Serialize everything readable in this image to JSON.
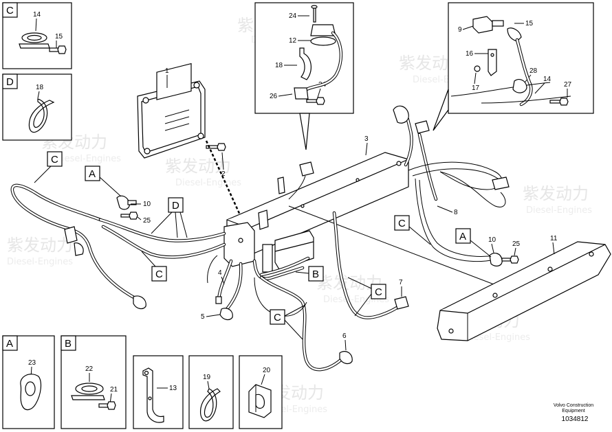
{
  "watermark": {
    "cn": "紫发动力",
    "en": "Diesel-Engines"
  },
  "footer": {
    "line1": "Volvo Construction",
    "line2": "Equipment",
    "drawing_id": "1034812"
  },
  "detail_boxes": {
    "C": {
      "letter": "C",
      "parts": [
        "14",
        "15"
      ]
    },
    "D": {
      "letter": "D",
      "parts": [
        "18"
      ]
    },
    "A": {
      "letter": "A",
      "parts": [
        "23"
      ]
    },
    "B": {
      "letter": "B",
      "parts": [
        "22",
        "21"
      ]
    },
    "p13": {
      "parts": [
        "13"
      ]
    },
    "p19": {
      "parts": [
        "19"
      ]
    },
    "p20": {
      "parts": [
        "20"
      ]
    },
    "top_center": {
      "parts": [
        "24",
        "12",
        "18",
        "26",
        "24"
      ]
    },
    "top_right": {
      "parts": [
        "9",
        "15",
        "16",
        "28",
        "14",
        "17",
        "27"
      ]
    }
  },
  "main_callouts": {
    "c1": "1",
    "c2": "2",
    "c3": "3",
    "c4": "4",
    "c5": "5",
    "c6": "6",
    "c7": "7",
    "c8": "8",
    "c10a": "10",
    "c25a": "25",
    "c10b": "10",
    "c25b": "25",
    "c11": "11"
  },
  "main_letters": {
    "C1": "C",
    "A1": "A",
    "D1": "D",
    "C2": "C",
    "B1": "B",
    "C3": "C",
    "C4": "C",
    "C5": "C",
    "A2": "A"
  }
}
